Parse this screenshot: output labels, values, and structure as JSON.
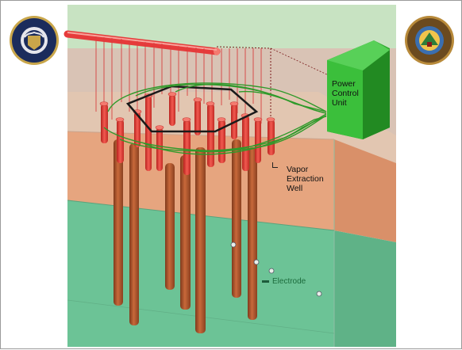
{
  "diagram": {
    "labels": {
      "power_control_unit": "Power\nControl\nUnit",
      "vapor_extraction_well": "Vapor\nExtraction\nWell",
      "electrode": "Electrode"
    },
    "colors": {
      "sky": "#c8e3c2",
      "ground_surface": "#e3c8b4",
      "vadose_soil": "#e6a57f",
      "saturated_zone": "#6cc396",
      "electrode_rod": "#b85a2f",
      "extraction_well": "#e53b35",
      "header_pipe": "#e63b3b",
      "power_unit": "#2ea82e",
      "cable": "#2f9a2a",
      "hex_outline": "#1a1a1a"
    },
    "icons": [
      "department-of-the-navy-seal",
      "navy-environmental-program-seal"
    ]
  }
}
